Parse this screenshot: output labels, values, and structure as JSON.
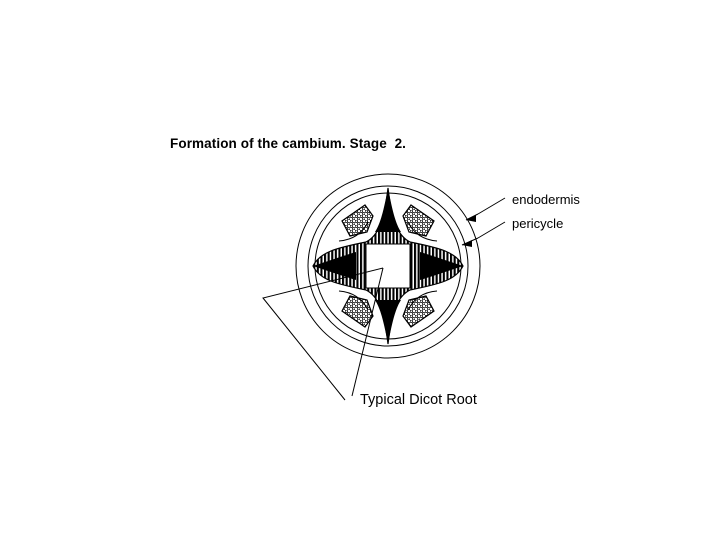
{
  "slide": {
    "title": "Formation of the cambium. Stage  2.",
    "background_color": "#ffffff",
    "ink_color": "#000000"
  },
  "diagram": {
    "name": "dicot-root-cross-section",
    "caption": "Typical Dicot Root",
    "annotations": [
      {
        "id": "endodermis",
        "label": "endodermis"
      },
      {
        "id": "pericycle",
        "label": "pericycle"
      }
    ],
    "structures": [
      {
        "id": "cortex-ring",
        "label": "cortex outer boundary",
        "shape": "circle"
      },
      {
        "id": "endodermis-ring",
        "label": "endodermis",
        "shape": "circle"
      },
      {
        "id": "pericycle-ring",
        "label": "pericycle",
        "shape": "circle"
      },
      {
        "id": "xylem-star",
        "label": "xylem star (four arms)",
        "shape": "star",
        "arms": 4,
        "fill": "vertical-stripes"
      },
      {
        "id": "xylem-arm-tip",
        "label": "xylem arm tip",
        "fill": "solid-black",
        "count": 4
      },
      {
        "id": "phloem-patch",
        "label": "phloem patch",
        "shape": "pentagon",
        "fill": "stipple-dots",
        "count": 4
      },
      {
        "id": "cambium-core",
        "label": "cambium core",
        "shape": "square",
        "fill": "white"
      }
    ]
  }
}
